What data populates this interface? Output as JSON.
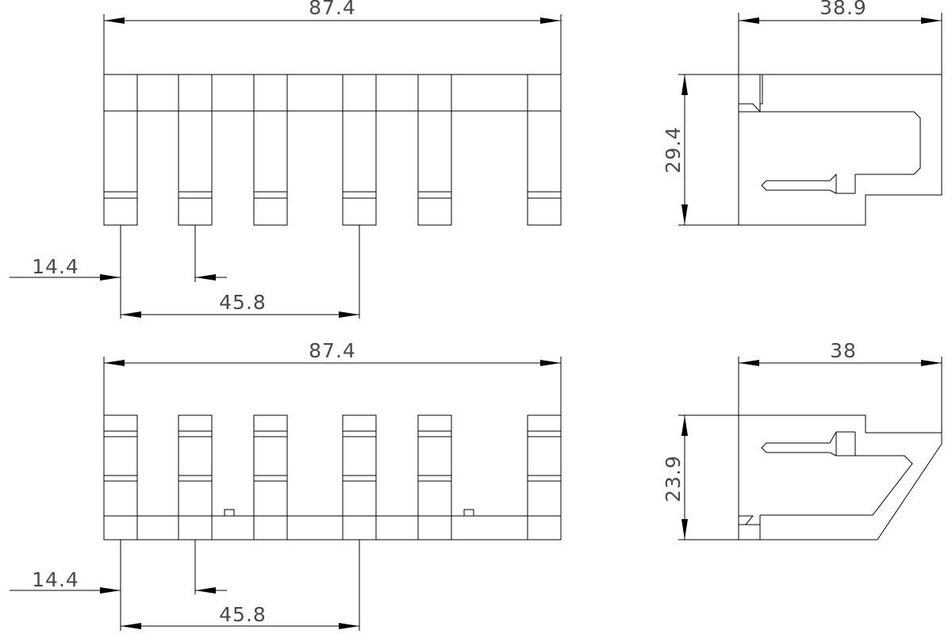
{
  "drawing": {
    "top_front": {
      "overall_width": "87.4",
      "pitch_1": "14.4",
      "pitch_3": "45.8"
    },
    "top_side": {
      "depth": "38.9",
      "height": "29.4"
    },
    "bottom_front": {
      "overall_width": "87.4",
      "pitch_1": "14.4",
      "pitch_3": "45.8"
    },
    "bottom_side": {
      "depth": "38",
      "height": "23.9"
    }
  }
}
